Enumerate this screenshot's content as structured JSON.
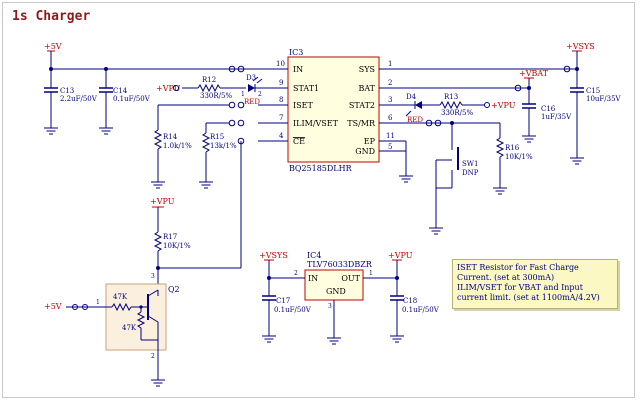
{
  "title": "1s Charger",
  "colors": {
    "wire": "#000080",
    "label": "#000080",
    "power": "#c00000",
    "body": "#ffffe0",
    "junction": "#000080"
  },
  "ic3": {
    "ref": "IC3",
    "part": "BQ25185DLHR",
    "pins_left": [
      {
        "num": "10",
        "name": "IN"
      },
      {
        "num": "9",
        "name": "STAT1"
      },
      {
        "num": "8",
        "name": "ISET"
      },
      {
        "num": "7",
        "name": "ILIM/VSET"
      },
      {
        "num": "4",
        "name": "CE"
      }
    ],
    "pins_right": [
      {
        "num": "1",
        "name": "SYS"
      },
      {
        "num": "2",
        "name": "BAT"
      },
      {
        "num": "3",
        "name": "STAT2"
      },
      {
        "num": "6",
        "name": "TS/MR"
      },
      {
        "num": "11",
        "name": "EP"
      },
      {
        "num": "5",
        "name": "GND"
      }
    ]
  },
  "ic4": {
    "ref": "IC4",
    "part": "TLV76033DBZR",
    "in_num": "2",
    "in_name": "IN",
    "out_num": "1",
    "out_name": "OUT",
    "gnd_name": "GND",
    "gnd_num": "3"
  },
  "power": {
    "p5v_a": "+5V",
    "vsys_a": "+VSYS",
    "vpu_a": "+VPU",
    "vbat": "+VBAT",
    "vpu_b": "+VPU",
    "vpu_c": "+VPU",
    "vsys_b": "+VSYS",
    "vpu_d": "+VPU",
    "p5v_b": "+5V"
  },
  "parts": {
    "c13": {
      "ref": "C13",
      "val": "2.2uF/50V"
    },
    "c14": {
      "ref": "C14",
      "val": "0.1uF/50V"
    },
    "r12": {
      "ref": "R12",
      "val": "330R/5%"
    },
    "d3": {
      "ref": "D3",
      "val": "RED"
    },
    "r14": {
      "ref": "R14",
      "val": "1.0k/1%"
    },
    "r15": {
      "ref": "R15",
      "val": "13k/1%"
    },
    "d4": {
      "ref": "D4",
      "val": "RED"
    },
    "r13": {
      "ref": "R13",
      "val": "330R/5%"
    },
    "c16": {
      "ref": "C16",
      "val": "1uF/35V"
    },
    "c15": {
      "ref": "C15",
      "val": "10uF/35V"
    },
    "r16": {
      "ref": "R16",
      "val": "10K/1%"
    },
    "sw1": {
      "ref": "SW1",
      "val": "DNP"
    },
    "r17": {
      "ref": "R17",
      "val": "10K/1%"
    },
    "q2": {
      "ref": "Q2",
      "r1": "47K",
      "r2": "47K"
    },
    "c17": {
      "ref": "C17",
      "val": "0.1uF/50V"
    },
    "c18": {
      "ref": "C18",
      "val": "0.1uF/50V"
    }
  },
  "pins": {
    "q2_pin1": "1",
    "q2_pin2": "2",
    "q2_pin3": "3",
    "ic4_gnd": "3",
    "d_pin1": "1",
    "d_pin2": "2"
  },
  "note": {
    "line1": "ISET Resistor for Fast Charge Current. (set at 300mA)",
    "line2": "ILIM/VSET for VBAT and Input current limit. (set at 1100mA/4.2V)"
  }
}
